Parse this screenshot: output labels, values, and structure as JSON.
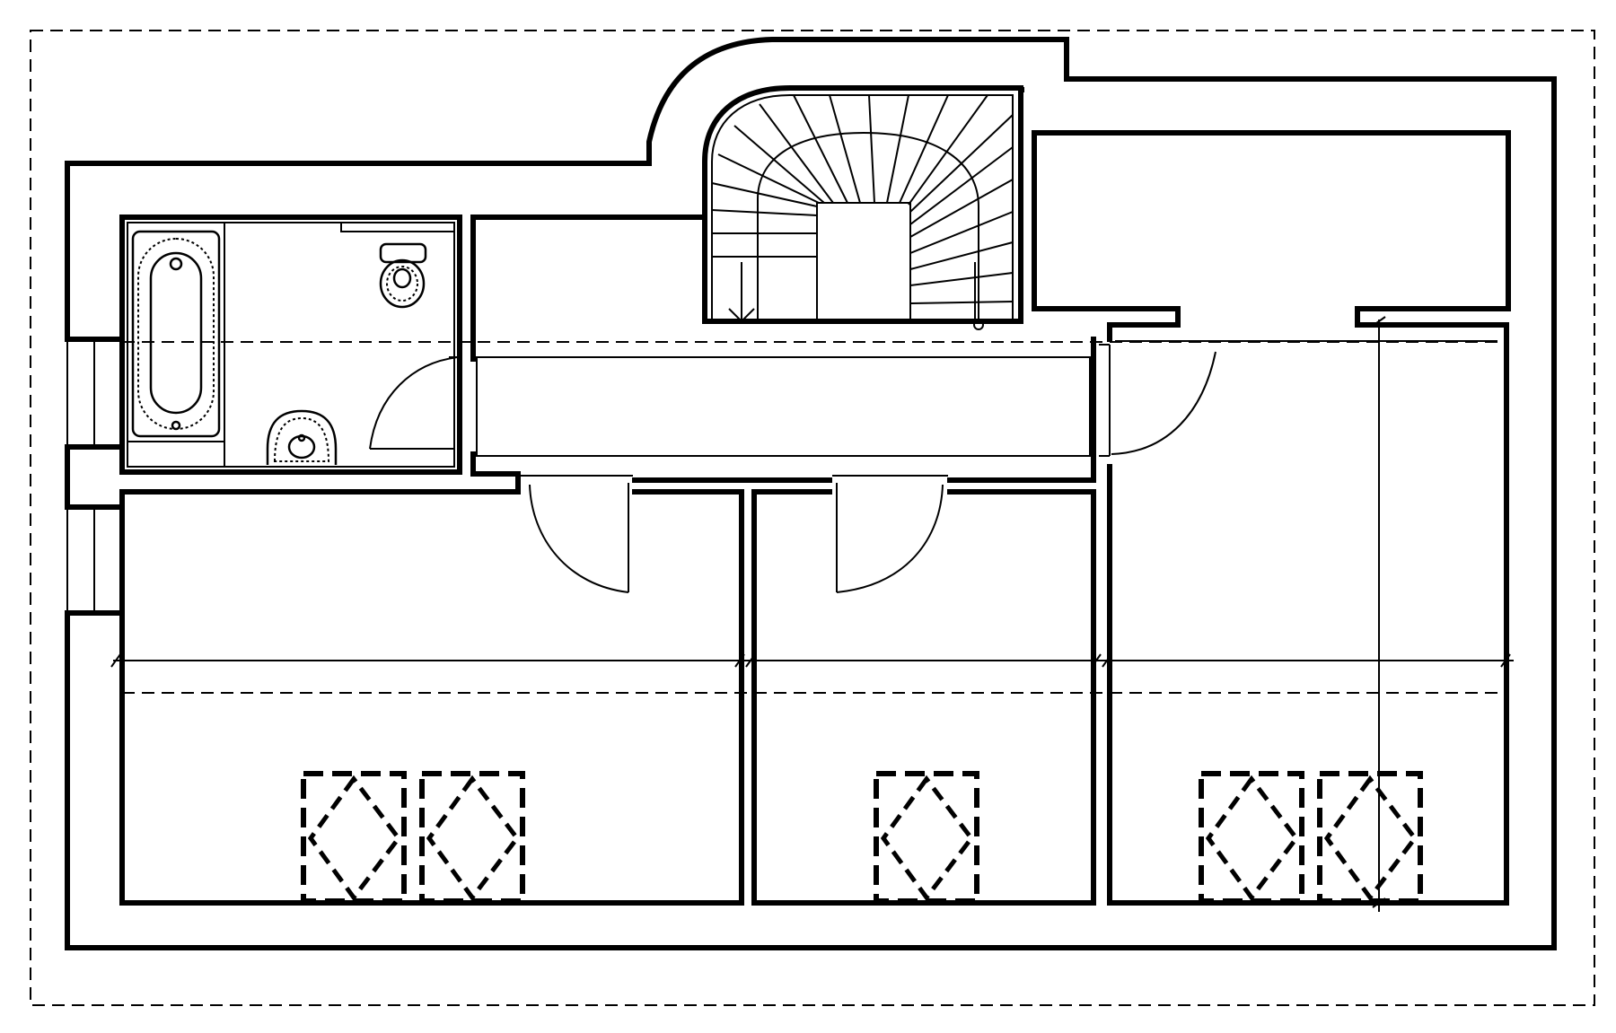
{
  "diagram": {
    "type": "floor-plan",
    "colors": {
      "background": "#ffffff",
      "line": "#000000"
    },
    "rooms": [
      "bathroom",
      "hallway",
      "staircase",
      "storage",
      "bedroom-left",
      "bedroom-middle",
      "bedroom-right"
    ],
    "fixtures": [
      "bathtub",
      "toilet",
      "washbasin",
      "staircase-winding",
      "roof-window x5"
    ],
    "labels": []
  }
}
